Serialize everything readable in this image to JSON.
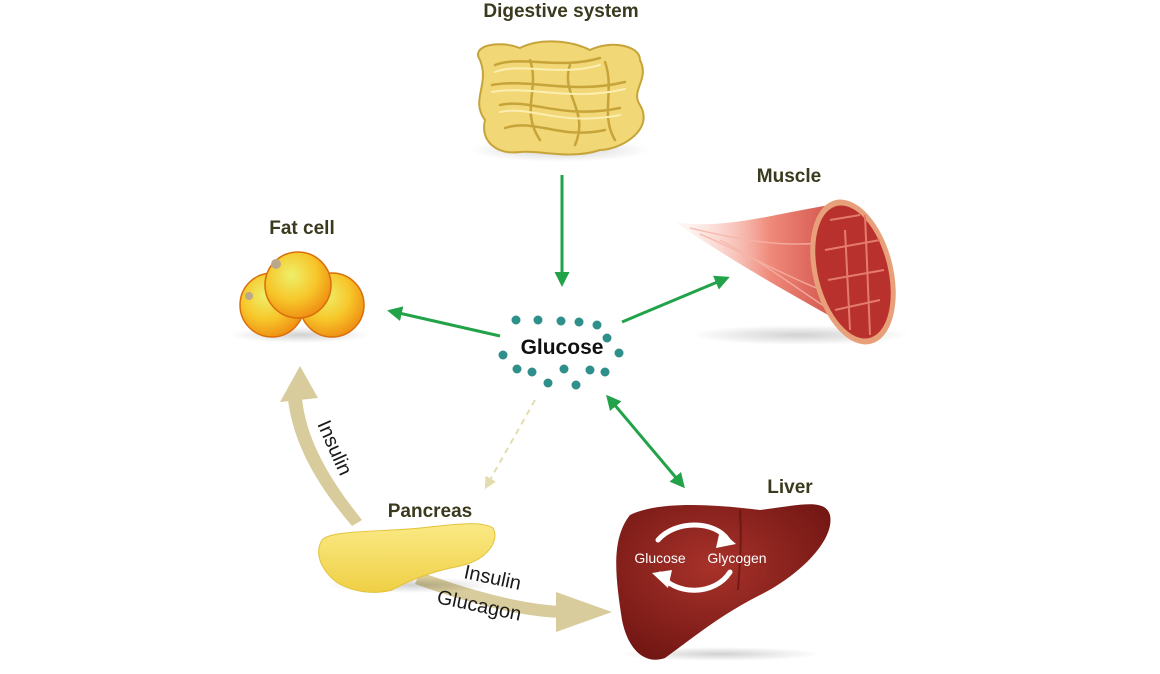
{
  "labels": {
    "digestive": "Digestive system",
    "muscle": "Muscle",
    "fat": "Fat cell",
    "glucose": "Glucose",
    "pancreas": "Pancreas",
    "liver": "Liver",
    "insulin_left": "Insulin",
    "insulin_bottom": "Insulin",
    "glucagon_bottom": "Glucagon",
    "liver_glucose": "Glucose",
    "liver_glycogen": "Glycogen"
  },
  "colors": {
    "arrow_green": "#22a34a",
    "hormone_arrow": "#d8cc9c",
    "glucose_dot": "#2f8f8a",
    "liver": "#8c1d1a",
    "pancreas": "#f4dc5e",
    "intestine": "#f1d776",
    "muscle": "#c53a35",
    "fat_cell": "#f3a51c"
  }
}
